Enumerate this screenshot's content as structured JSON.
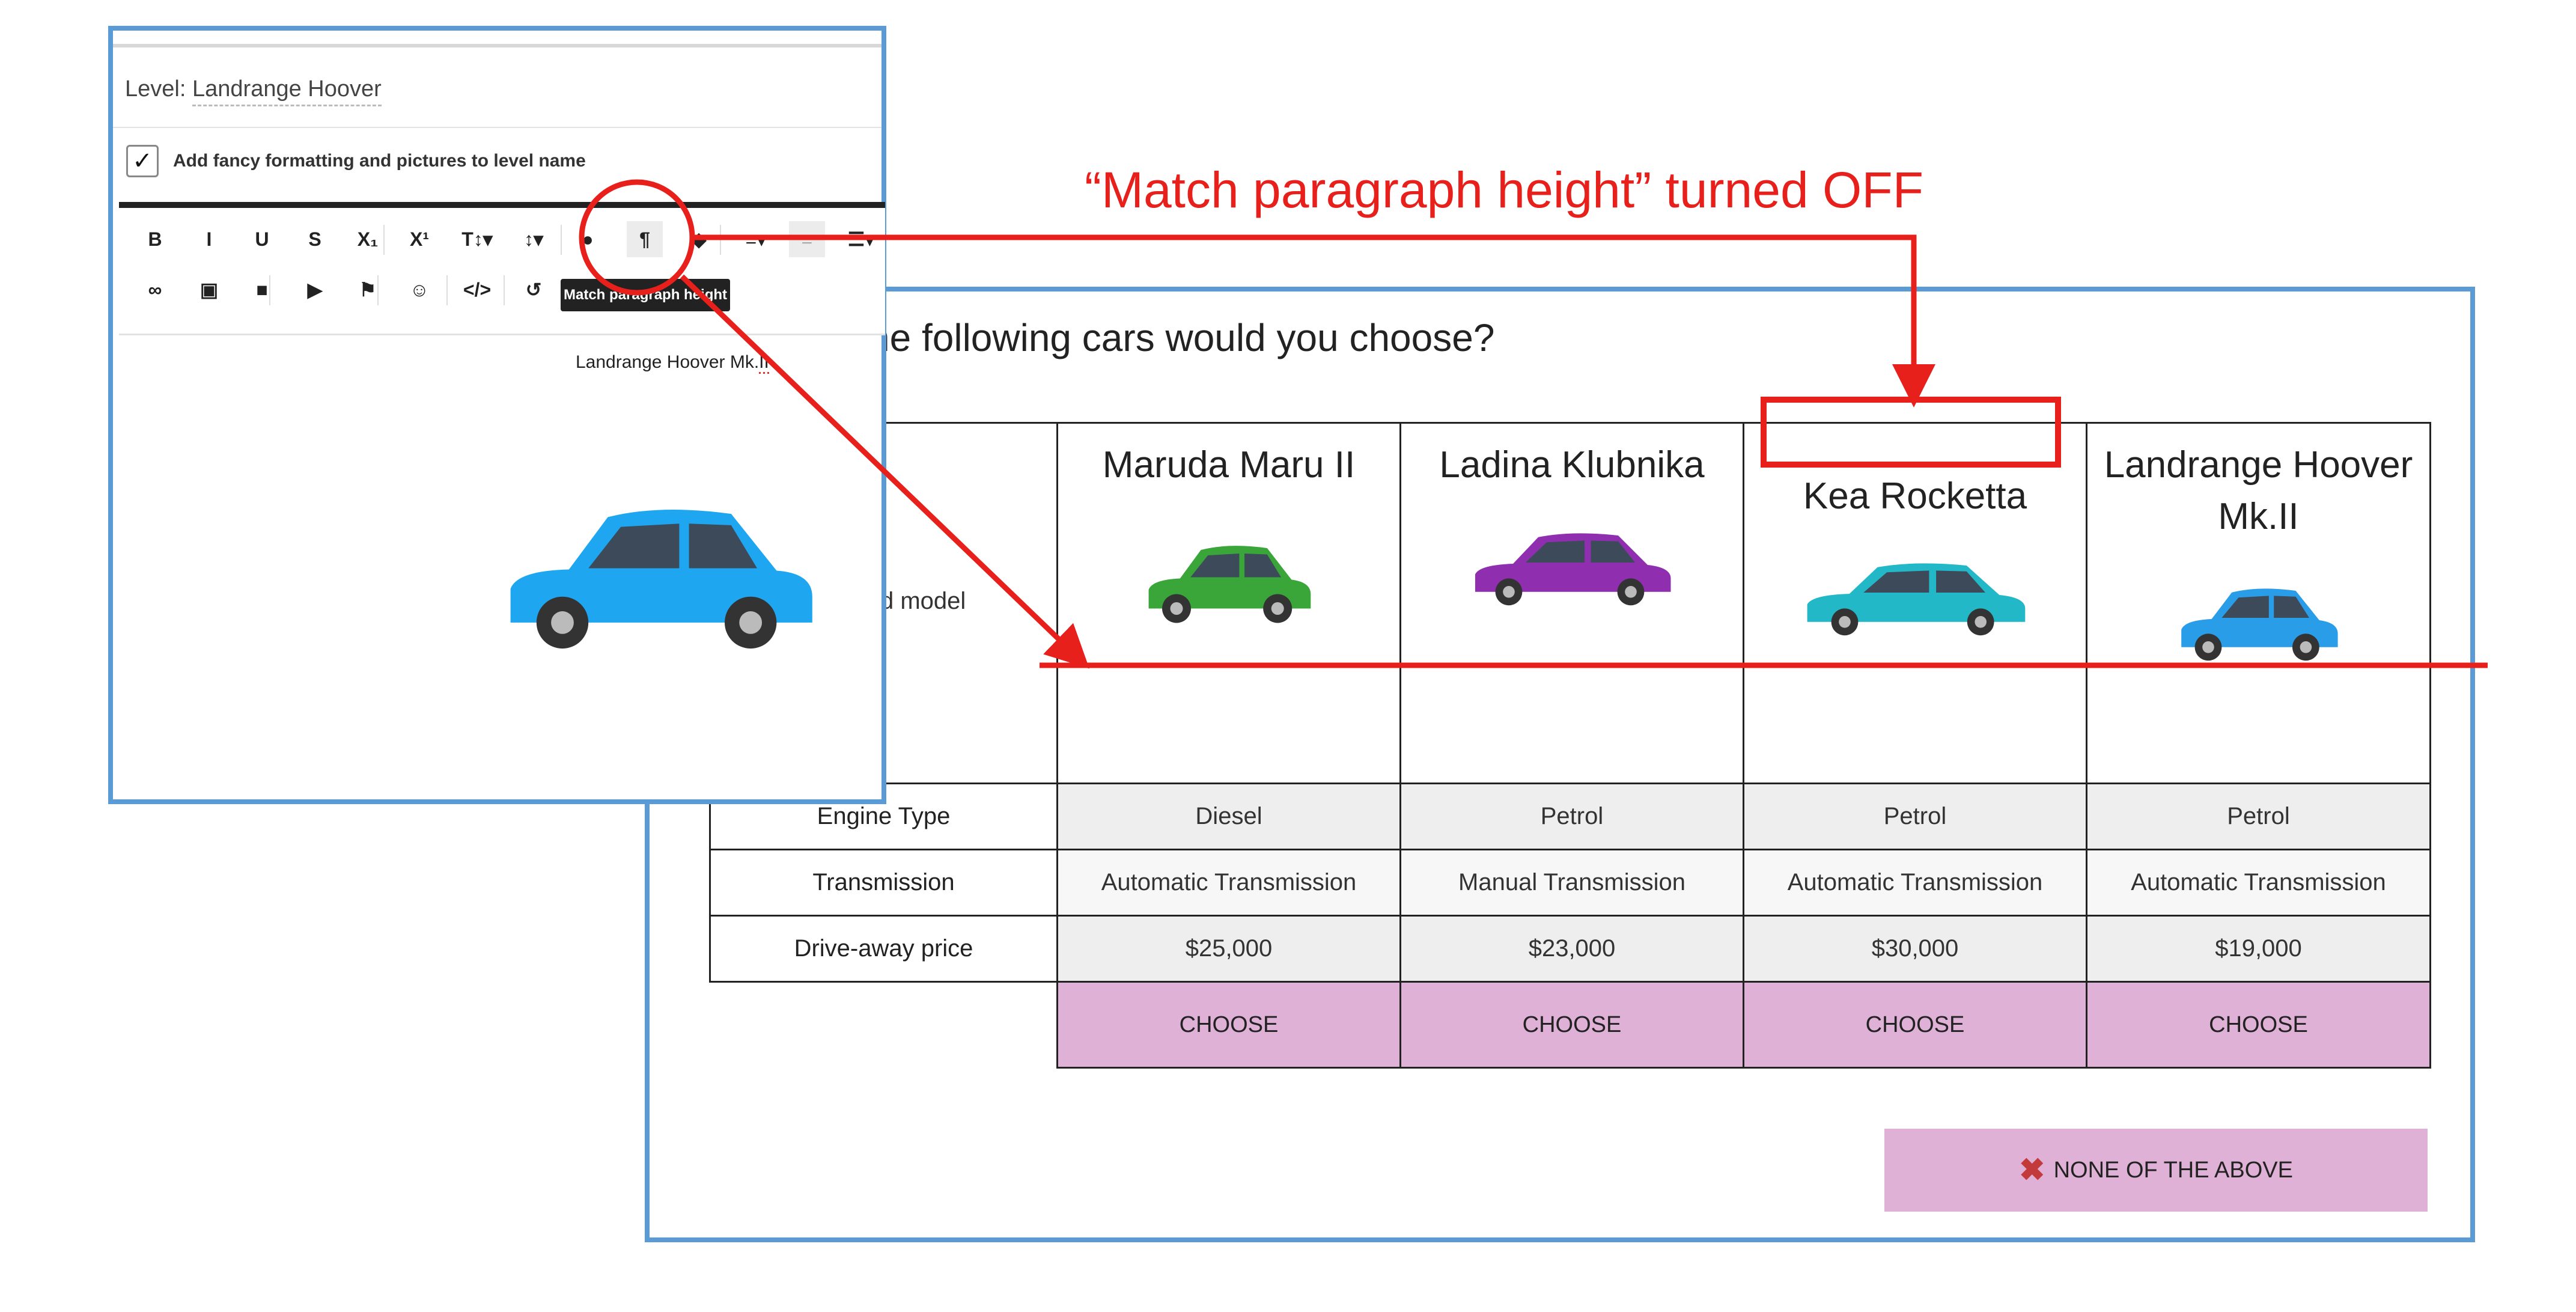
{
  "annotation": {
    "title": "“Match paragraph height” turned OFF",
    "color": "#e8201c"
  },
  "survey": {
    "question": "he following cars would you choose?",
    "model_label": "d model",
    "cars": [
      {
        "name": "Maruda Maru II",
        "color": "#3aa63a",
        "engine": "Diesel",
        "transmission": "Automatic Transmission",
        "price": "$25,000",
        "choose": "CHOOSE"
      },
      {
        "name": "Ladina Klubnika",
        "color": "#8f2fb0",
        "engine": "Petrol",
        "transmission": "Manual Transmission",
        "price": "$23,000",
        "choose": "CHOOSE"
      },
      {
        "name": "Kea Rocketta",
        "color": "#22b8c8",
        "engine": "Petrol",
        "transmission": "Automatic Transmission",
        "price": "$30,000",
        "choose": "CHOOSE"
      },
      {
        "name": "Landrange Hoover Mk.II",
        "color": "#2a9de8",
        "engine": "Petrol",
        "transmission": "Automatic Transmission",
        "price": "$19,000",
        "choose": "CHOOSE"
      }
    ],
    "rows": {
      "engine_label": "Engine Type",
      "transmission_label": "Transmission",
      "price_label": "Drive-away price"
    },
    "none_button": "NONE OF THE ABOVE",
    "border_color": "#5b9bd5",
    "choose_color": "#e0b1d6"
  },
  "editor": {
    "level_label": "Level:",
    "level_value": "Landrange Hoover",
    "checkbox_checked": true,
    "checkbox_glyph": "✓",
    "fancy_label": "Add fancy formatting and pictures to level name",
    "tooltip": "Match paragraph height",
    "caption_prefix": "Landrange Hoover Mk.",
    "caption_suffix": "II",
    "car_color": "#1ea7f0",
    "toolbar_row1": [
      {
        "name": "bold-button",
        "glyph": "B"
      },
      {
        "name": "italic-button",
        "glyph": "I"
      },
      {
        "name": "underline-button",
        "glyph": "U"
      },
      {
        "name": "strikethrough-button",
        "glyph": "S"
      },
      {
        "name": "subscript-button",
        "glyph": "X₁"
      },
      {
        "name": "superscript-button",
        "glyph": "X¹"
      },
      {
        "name": "font-size-button",
        "glyph": "T↕▾"
      },
      {
        "name": "line-height-button",
        "glyph": "↕▾"
      },
      {
        "name": "color-button",
        "glyph": "●"
      },
      {
        "name": "match-paragraph-height-button",
        "glyph": "¶"
      },
      {
        "name": "clear-format-button",
        "glyph": "◆"
      },
      {
        "name": "align-button",
        "glyph": "≡▾"
      },
      {
        "name": "indent-button",
        "glyph": "≡"
      },
      {
        "name": "list-button",
        "glyph": "☰▾"
      }
    ],
    "toolbar_row2": [
      {
        "name": "link-button",
        "glyph": "∞"
      },
      {
        "name": "image-button",
        "glyph": "▣"
      },
      {
        "name": "video-button",
        "glyph": "■"
      },
      {
        "name": "media-button",
        "glyph": "▶"
      },
      {
        "name": "flag-button",
        "glyph": "⚑"
      },
      {
        "name": "emoji-button",
        "glyph": "☺"
      },
      {
        "name": "code-button",
        "glyph": "</>"
      },
      {
        "name": "undo-button",
        "glyph": "↺"
      }
    ]
  }
}
